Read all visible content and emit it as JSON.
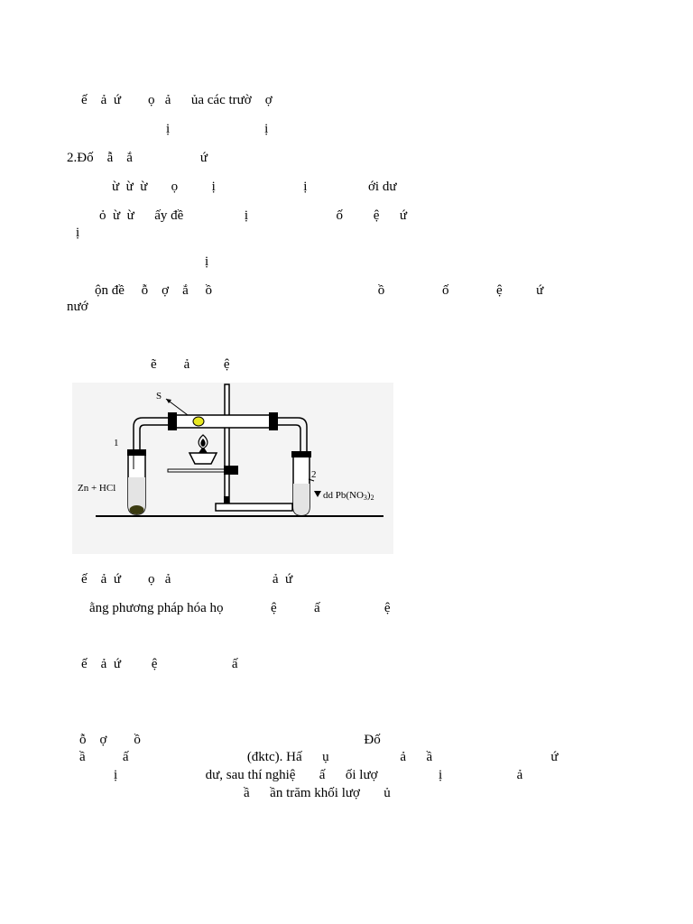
{
  "lines": [
    {
      "id": "l1",
      "text": "ế    ả  ứ        ọ   ả      ủa các trườ    ợ"
    },
    {
      "id": "l2",
      "text": "ị                            ị"
    },
    {
      "id": "l3",
      "text": "2.Đố    ẫ    ắ                    ứ"
    },
    {
      "id": "l4",
      "text": "ừ  ừ  ừ       ọ          ị                          ị                  ới dư"
    },
    {
      "id": "l5",
      "text": "ỏ  ừ  ừ      ấy đề                  ị                          ố         ệ      ứ"
    },
    {
      "id": "l6",
      "text": "ị"
    },
    {
      "id": "l7",
      "text": "ị"
    },
    {
      "id": "l8",
      "text": "ộn đề     ỗ    ợ    ắ     ồ                                                 ồ                 ố              ệ          ứ"
    },
    {
      "id": "l9",
      "text": "nướ"
    },
    {
      "id": "l10",
      "text": "ẽ        ả          ệ"
    },
    {
      "id": "l11",
      "text": "ế    ả  ứ        ọ   ả                              ả  ứ"
    },
    {
      "id": "l12",
      "text": "ằng phương pháp hóa họ              ệ           ấ                   ệ"
    },
    {
      "id": "l13",
      "text": "ế    ả  ứ         ệ                      ấ"
    },
    {
      "id": "l14",
      "text": "ỗ    ợ        ồ                                                                  Đố"
    },
    {
      "id": "l15",
      "text": "ầ           ấ                                   (đktc). Hấ      ụ                     ả      ầ                                   ứ"
    },
    {
      "id": "l16",
      "text": "ị                          dư, sau thí nghiệ       ấ      ối lượ                  ị                      ả"
    },
    {
      "id": "l17",
      "text": "ầ      ần trăm khối lượ       ủ"
    }
  ],
  "figure": {
    "labels": {
      "s": "S",
      "tube1": "1",
      "tube2": "2",
      "reactants": "Zn + HCl",
      "solution": "dd Pb(NO",
      "subscript3": "3",
      "close": ")",
      "subscript2": "2"
    }
  }
}
